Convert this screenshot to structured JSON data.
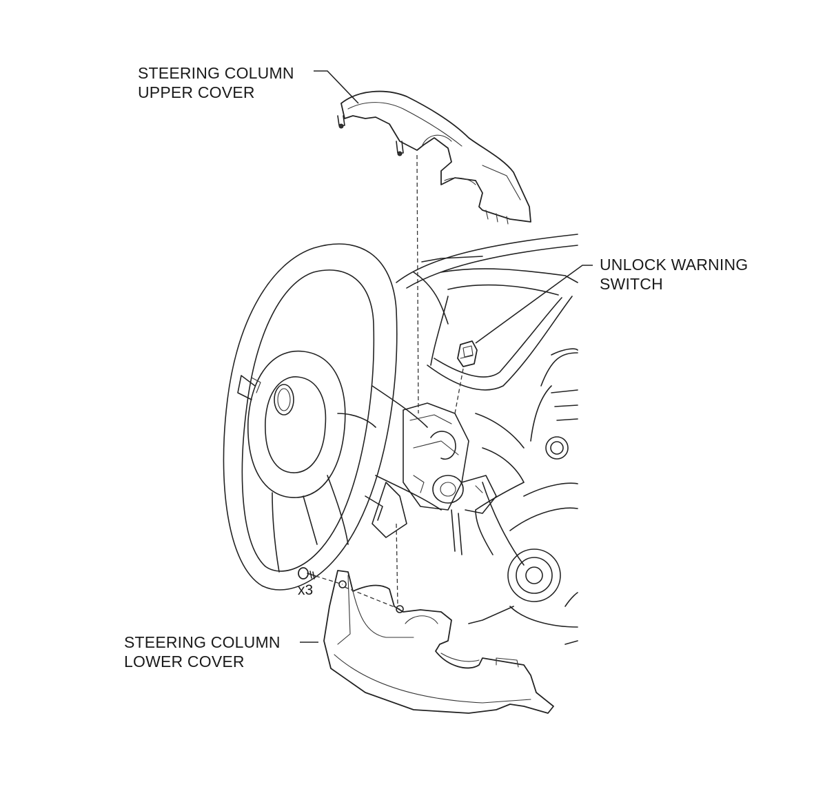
{
  "labels": {
    "upper_cover": [
      "STEERING COLUMN",
      "UPPER COVER"
    ],
    "unlock_switch": [
      "UNLOCK WARNING",
      "SWITCH"
    ],
    "lower_cover": [
      "STEERING COLUMN",
      "LOWER COVER"
    ]
  },
  "screw_quantity": "x3"
}
